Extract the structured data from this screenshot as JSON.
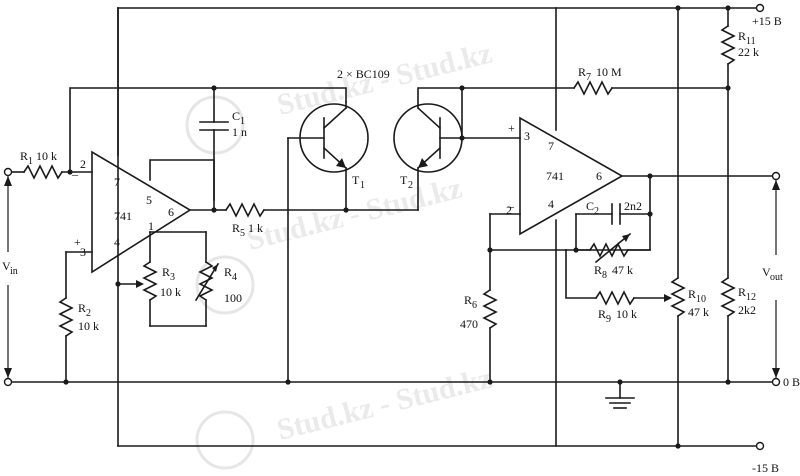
{
  "watermark": "Stud.kz - Stud.kz",
  "labels": {
    "supply_pos": "+15 B",
    "supply_neg": "-15 B",
    "ground_out": "0 B",
    "transistors": "2 × BC109",
    "vin": "V",
    "vin_sub": "in",
    "vout": "V",
    "vout_sub": "out",
    "r1": "R",
    "r1_sub": "1",
    "r1_val": "10 k",
    "r2": "R",
    "r2_sub": "2",
    "r2_val": "10 k",
    "r3": "R",
    "r3_sub": "3",
    "r3_val": "10 k",
    "r4": "R",
    "r4_sub": "4",
    "r4_val": "100",
    "r5": "R",
    "r5_sub": "5",
    "r5_val": "1 k",
    "r6": "R",
    "r6_sub": "6",
    "r6_val": "470",
    "r7": "R",
    "r7_sub": "7",
    "r7_val": "10 M",
    "r8": "R",
    "r8_sub": "8",
    "r8_val": "47 k",
    "r9": "R",
    "r9_sub": "9",
    "r9_val": "10 k",
    "r10": "R",
    "r10_sub": "10",
    "r10_val": "47 k",
    "r11": "R",
    "r11_sub": "11",
    "r11_val": "22 k",
    "r12": "R",
    "r12_sub": "12",
    "r12_val": "2k2",
    "c1": "C",
    "c1_sub": "1",
    "c1_val": "1 n",
    "c2": "C",
    "c2_sub": "2",
    "c2_val": "2n2",
    "t1": "T",
    "t1_sub": "1",
    "t2": "T",
    "t2_sub": "2",
    "op1": {
      "name": "741",
      "pin2": "2",
      "pin3": "3",
      "pin7": "7",
      "pin4": "4",
      "pin5": "5",
      "pin1": "1",
      "pin6": "6",
      "minus": "–",
      "plus": "+"
    },
    "op2": {
      "name": "741",
      "pin3": "3",
      "pin2": "2",
      "pin7": "7",
      "pin4": "4",
      "pin6": "6",
      "minus": "–",
      "plus": "+"
    }
  }
}
